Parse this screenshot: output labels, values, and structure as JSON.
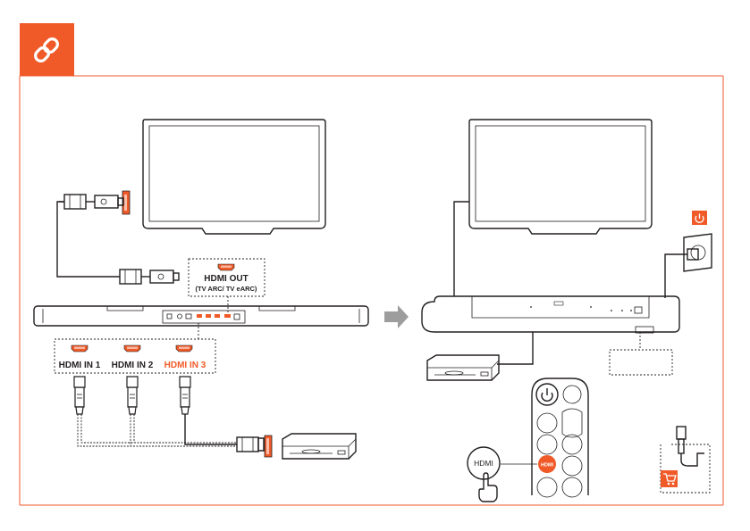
{
  "icons": {
    "header": "link-icon",
    "power": "power-icon",
    "arrow": "arrow-right-icon",
    "cart": "cart-icon"
  },
  "colors": {
    "accent": "#f05a28",
    "line": "#231f20",
    "border": "#f05a28"
  },
  "left_panel": {
    "hdmi_out_label": "HDMI OUT",
    "hdmi_out_sub": "(TV ARC/ TV eARC)",
    "inputs": [
      "HDMI IN 1",
      "HDMI IN 2",
      "HDMI IN 3"
    ]
  },
  "right_panel": {
    "remote_hdmi_button": "HDMI",
    "callout_label": "HDMI"
  }
}
